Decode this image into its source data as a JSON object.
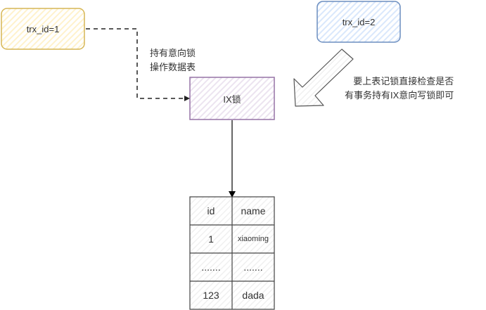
{
  "diagram": {
    "nodes": {
      "trx1": {
        "label": "trx_id=1",
        "fill": "#fff2cc",
        "stroke": "#d6b656"
      },
      "trx2": {
        "label": "trx_id=2",
        "fill": "#dae8fc",
        "stroke": "#6c8ebf"
      },
      "ix_lock": {
        "label": "IX锁",
        "fill": "#e1d5e7",
        "stroke": "#9673a6"
      }
    },
    "annotations": {
      "trx1_note": [
        "持有意向锁",
        "操作数据表"
      ],
      "trx2_note": [
        "要上表记锁直接检查是否",
        "有事务持有IX意向写锁即可"
      ]
    },
    "table": {
      "headers": [
        "id",
        "name"
      ],
      "rows": [
        [
          "1",
          "xiaoming"
        ],
        [
          ".......",
          "......."
        ],
        [
          "123",
          "dada"
        ]
      ]
    },
    "edges": [
      {
        "from": "trx1",
        "to": "ix_lock",
        "style": "dashed"
      },
      {
        "from": "trx2",
        "to": "ix_lock",
        "style": "block-arrow"
      },
      {
        "from": "ix_lock",
        "to": "table",
        "style": "solid"
      }
    ]
  }
}
